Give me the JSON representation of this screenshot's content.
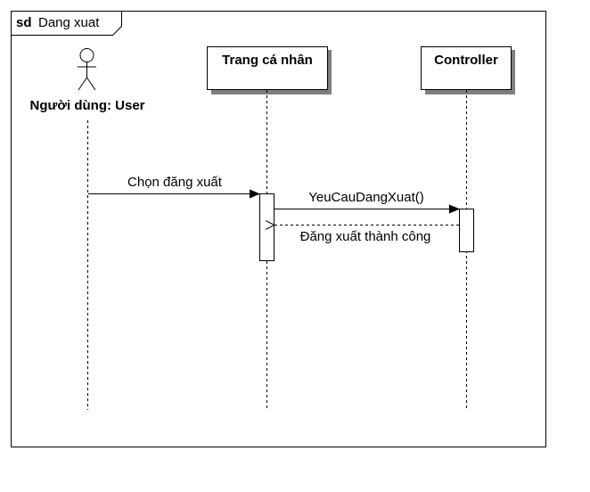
{
  "frame": {
    "keyword": "sd",
    "name": "Dang xuat"
  },
  "participants": {
    "user": {
      "label": "Người dùng: User",
      "kind": "actor"
    },
    "profile": {
      "label": "Trang cá nhân",
      "kind": "object"
    },
    "controller": {
      "label": "Controller",
      "kind": "object"
    }
  },
  "messages": [
    {
      "from": "user",
      "to": "profile",
      "label": "Chọn đăng xuất",
      "type": "sync"
    },
    {
      "from": "profile",
      "to": "controller",
      "label": "YeuCauDangXuat()",
      "type": "sync"
    },
    {
      "from": "controller",
      "to": "profile",
      "label": "Đăng xuất thành công",
      "type": "return"
    }
  ]
}
